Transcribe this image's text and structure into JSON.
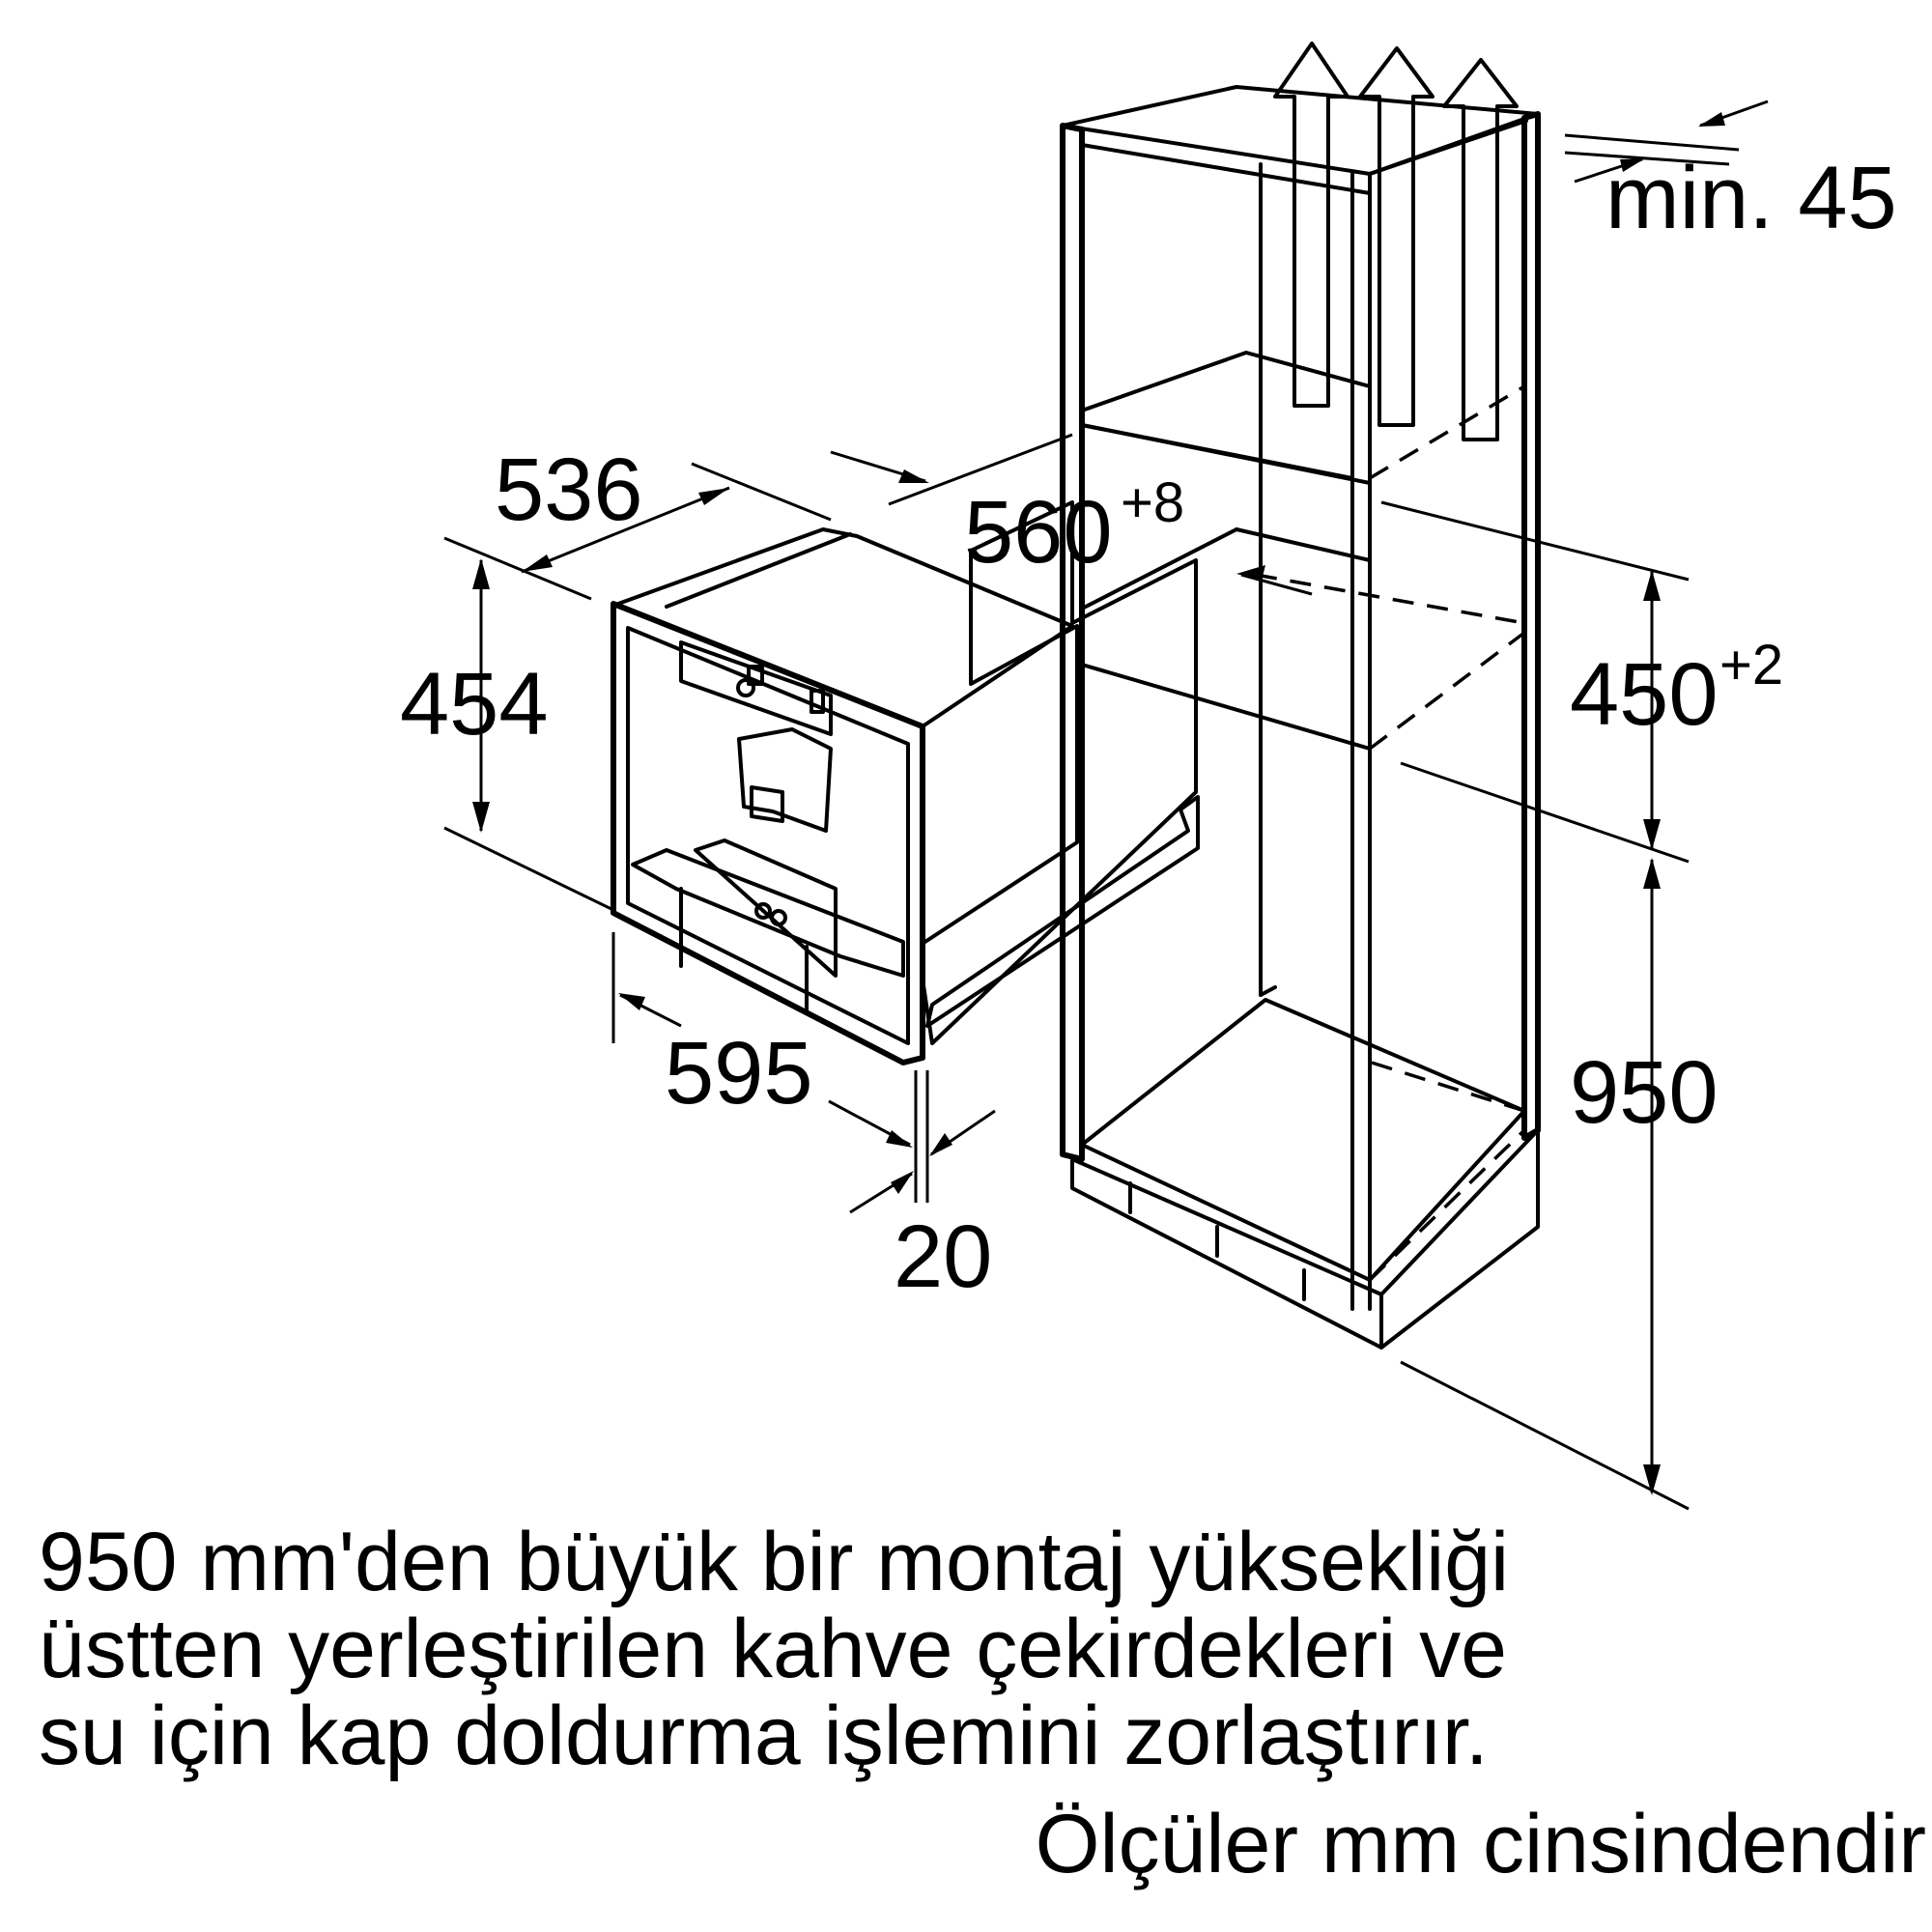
{
  "dimensions": {
    "depth": "536",
    "niche_depth": "560",
    "niche_depth_tol": "+8",
    "height": "454",
    "niche_height": "450",
    "niche_height_tol": "+2",
    "mount_height": "950",
    "width": "595",
    "front_offset": "20",
    "ventilation": "min. 45"
  },
  "note": {
    "lines": [
      "950 mm'den büyük bir montaj yüksekliği",
      "üstten yerleştirilen kahve çekirdekleri ve",
      "su için kap doldurma işlemini zorlaştırır."
    ],
    "units": "Ölçüler mm cinsindendir"
  }
}
